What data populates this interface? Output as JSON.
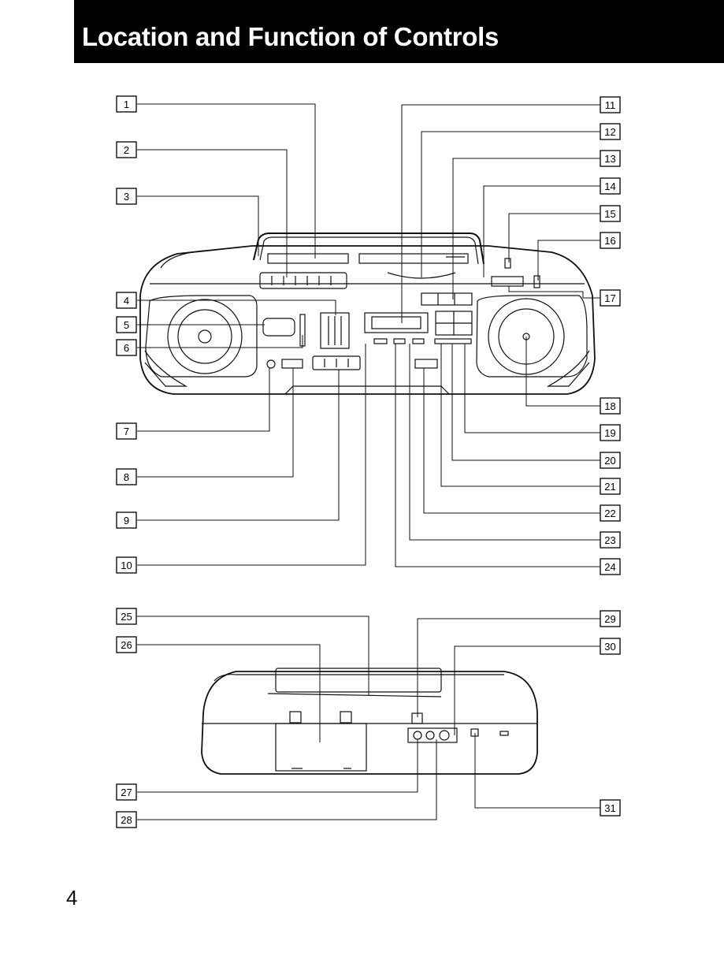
{
  "header": {
    "title": "Location and Function of Controls"
  },
  "page_number": "4",
  "callouts_front": [
    "1",
    "2",
    "3",
    "4",
    "5",
    "6",
    "7",
    "8",
    "9",
    "10",
    "11",
    "12",
    "13",
    "14",
    "15",
    "16",
    "17",
    "18",
    "19",
    "20",
    "21",
    "22",
    "23",
    "24"
  ],
  "callouts_rear": [
    "25",
    "26",
    "27",
    "28",
    "29",
    "30",
    "31"
  ]
}
